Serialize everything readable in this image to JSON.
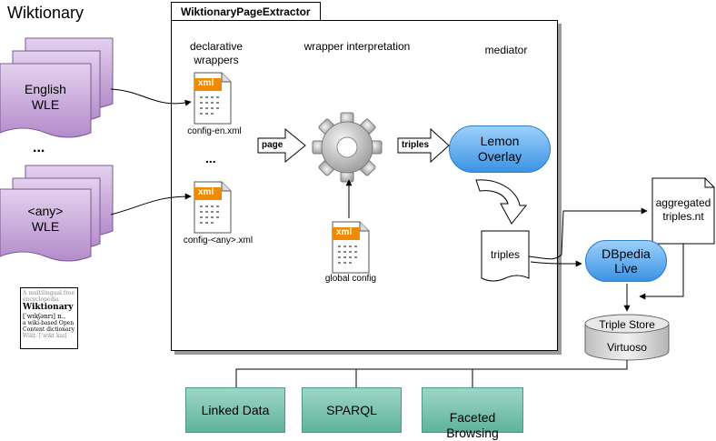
{
  "title": "Wiktionary",
  "extractor_title": "WiktionaryPageExtractor",
  "column_labels": {
    "declarative": "declarative\nwrappers",
    "interpretation": "wrapper interpretation",
    "mediator": "mediator"
  },
  "wle": {
    "english": "English\nWLE",
    "ellipsis": "...",
    "any": "<any>\nWLE"
  },
  "config": {
    "en": "config-en.xml",
    "ellipsis": "...",
    "any": "config-<any>.xml",
    "global": "global config",
    "xml_tag": "xml"
  },
  "arrows": {
    "page": "page",
    "triples": "triples"
  },
  "lemon": "Lemon\nOverlay",
  "triples_doc": "triples",
  "aggregated": "aggregated\ntriples.nt",
  "dbpedia": "DBpedia\nLive",
  "store": {
    "top": "Triple Store",
    "bottom": "Virtuoso"
  },
  "outputs": [
    "Linked Data",
    "SPARQL",
    "Faceted\nBrowsing"
  ],
  "logo": {
    "line1": "A multilingual free",
    "line2": "encyclopedia",
    "name": "Wiktionary",
    "ipa": "[ˈwɪkʃənrɪ] n.,",
    "line3": "a wiki-based Open",
    "line4": "Content dictionary",
    "line5": "Wikt- [ˈwɪkt kaɪ]"
  },
  "colors": {
    "wle_fill": "#c7a6d9",
    "blue_fill": "#4a9ae8",
    "green_fill": "#7dc4b0"
  }
}
